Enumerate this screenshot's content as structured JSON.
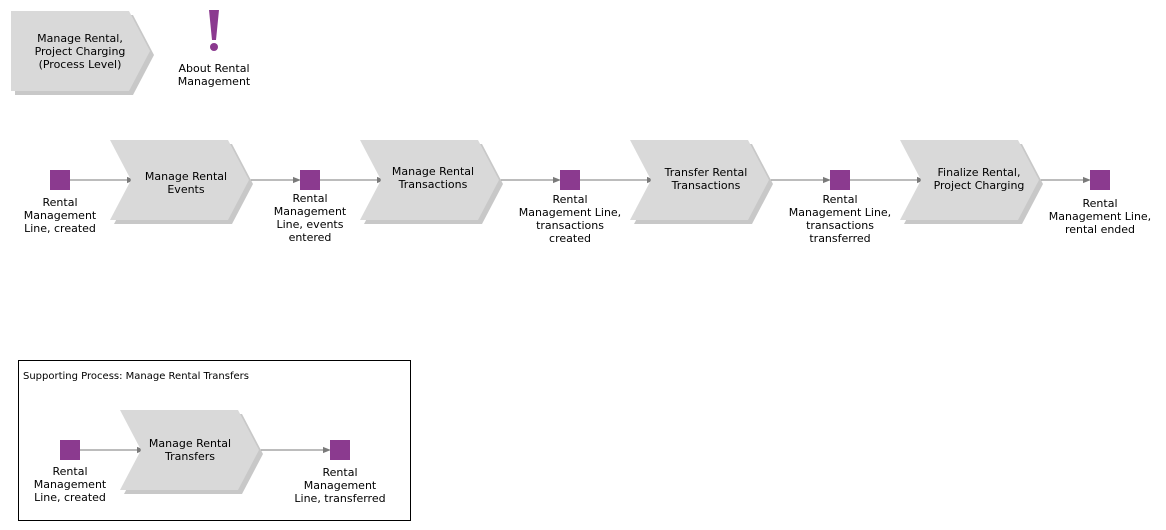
{
  "colors": {
    "event": "#8b3a8f",
    "function": "#d9d9d9",
    "shadow": "#c4c4c4",
    "arrow": "#8a8a8a",
    "info": "#8b3a8f"
  },
  "header": {
    "process_label": "Manage Rental,\nProject Charging\n(Process Level)",
    "info_icon": "exclamation-icon",
    "info_label": "About Rental\nManagement"
  },
  "main_flow": {
    "events": [
      "Rental\nManagement\nLine, created",
      "Rental\nManagement\nLine, events\nentered",
      "Rental\nManagement Line,\ntransactions\ncreated",
      "Rental\nManagement Line,\ntransactions\ntransferred",
      "Rental\nManagement Line,\nrental ended"
    ],
    "functions": [
      "Manage Rental\nEvents",
      "Manage Rental\nTransactions",
      "Transfer Rental\nTransactions",
      "Finalize Rental,\nProject Charging"
    ]
  },
  "supporting": {
    "title": "Supporting Process: Manage Rental Transfers",
    "events": [
      "Rental\nManagement\nLine, created",
      "Rental\nManagement\nLine, transferred"
    ],
    "functions": [
      "Manage Rental\nTransfers"
    ]
  }
}
